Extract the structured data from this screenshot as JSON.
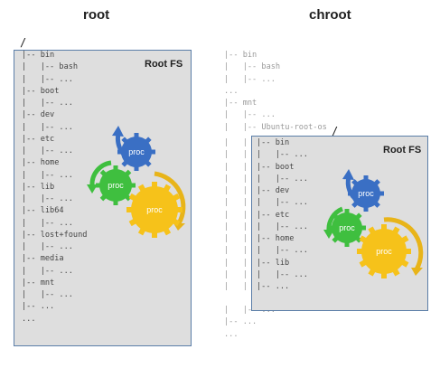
{
  "headings": {
    "left": "root",
    "right": "chroot"
  },
  "root_slash": "/",
  "chroot_slash": "/",
  "left_box_label": "Root FS",
  "right_box_label": "Root FS",
  "left_tree": [
    "|-- bin",
    "|   |-- bash",
    "|   |-- ...",
    "|-- boot",
    "|   |-- ...",
    "|-- dev",
    "|   |-- ...",
    "|-- etc",
    "|   |-- ...",
    "|-- home",
    "|   |-- ...",
    "|-- lib",
    "|   |-- ...",
    "|-- lib64",
    "|   |-- ...",
    "|-- lost+found",
    "|   |-- ...",
    "|-- media",
    "|   |-- ...",
    "|-- mnt",
    "|   |-- ...",
    "|-- ...",
    "..."
  ],
  "right_tree_top": [
    "|-- bin",
    "|   |-- bash",
    "|   |-- ...",
    "...",
    "|-- mnt",
    "|   |-- ...",
    "|   |-- Ubuntu-root-os"
  ],
  "right_tree_rails": [
    "|   |   ",
    "|   |   ",
    "|   |   ",
    "|   |   ",
    "|   |   ",
    "|   |   ",
    "|   |   ",
    "|   |   ",
    "|   |   ",
    "|   |   ",
    "|   |   ",
    "|   |   ",
    "|   |   "
  ],
  "right_tree_inner": [
    "|-- bin",
    "|   |-- ...",
    "|-- boot",
    "|   |-- ...",
    "|-- dev",
    "|   |-- ...",
    "|-- etc",
    "|   |-- ...",
    "|-- home",
    "|   |-- ...",
    "|-- lib",
    "|   |-- ...",
    "|-- ..."
  ],
  "right_tree_bottom": [
    "|   |-- ...",
    "|-- ...",
    "..."
  ],
  "gears": [
    {
      "label": "proc",
      "color": "#3a6fc4"
    },
    {
      "label": "proc",
      "color": "#3fbf3f"
    },
    {
      "label": "proc",
      "color": "#f6c21a"
    }
  ],
  "arrow_colors": {
    "blue": "#3a6fc4",
    "green": "#3fbf3f",
    "yellow": "#e8b419"
  }
}
